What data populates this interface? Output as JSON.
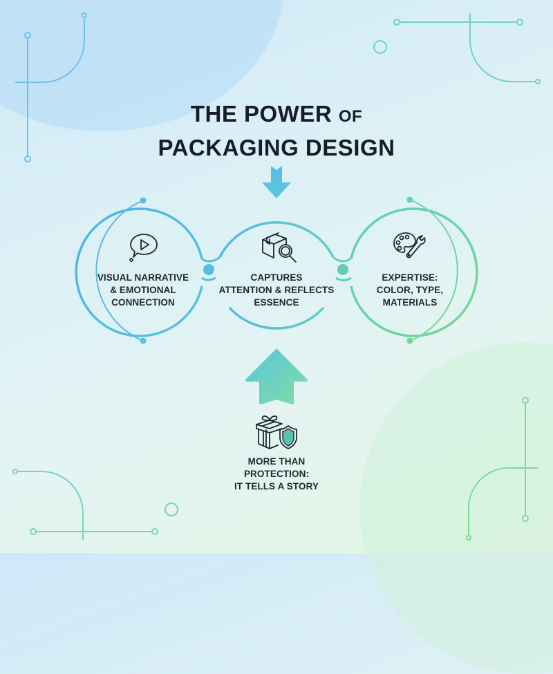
{
  "title": {
    "line1_main": "THE POWER",
    "line1_small": "OF",
    "line2": "PACKAGING DESIGN"
  },
  "nodes": [
    {
      "id": "visual-narrative",
      "icon": "speech-bubble-play-icon",
      "lines": [
        "VISUAL NARRATIVE",
        "& EMOTIONAL",
        "CONNECTION"
      ],
      "color": "#4fb8e6"
    },
    {
      "id": "captures-attention",
      "icon": "box-magnifier-icon",
      "lines": [
        "CAPTURES",
        "ATTENTION & REFLECTS",
        "ESSENCE"
      ],
      "color": "#5cc8d6"
    },
    {
      "id": "expertise",
      "icon": "palette-wrench-icon",
      "lines": [
        "EXPERTISE:",
        "COLOR, TYPE,",
        "MATERIALS"
      ],
      "color": "#6fd49a"
    }
  ],
  "bottom": {
    "icon": "gift-shield-icon",
    "lines": [
      "MORE THAN",
      "PROTECTION:",
      "IT TELLS A STORY"
    ]
  },
  "arrows": {
    "down": {
      "direction": "down",
      "color": "#56bfe3"
    },
    "up": {
      "direction": "up",
      "color_start": "#5ccad6",
      "color_end": "#7ddba6"
    }
  },
  "colors": {
    "title": "#161c28",
    "text": "#1f2733",
    "blue": "#4fb8e6",
    "teal": "#5cc8d6",
    "green": "#6fd49a",
    "shield_fill": "#5cc2b0"
  }
}
